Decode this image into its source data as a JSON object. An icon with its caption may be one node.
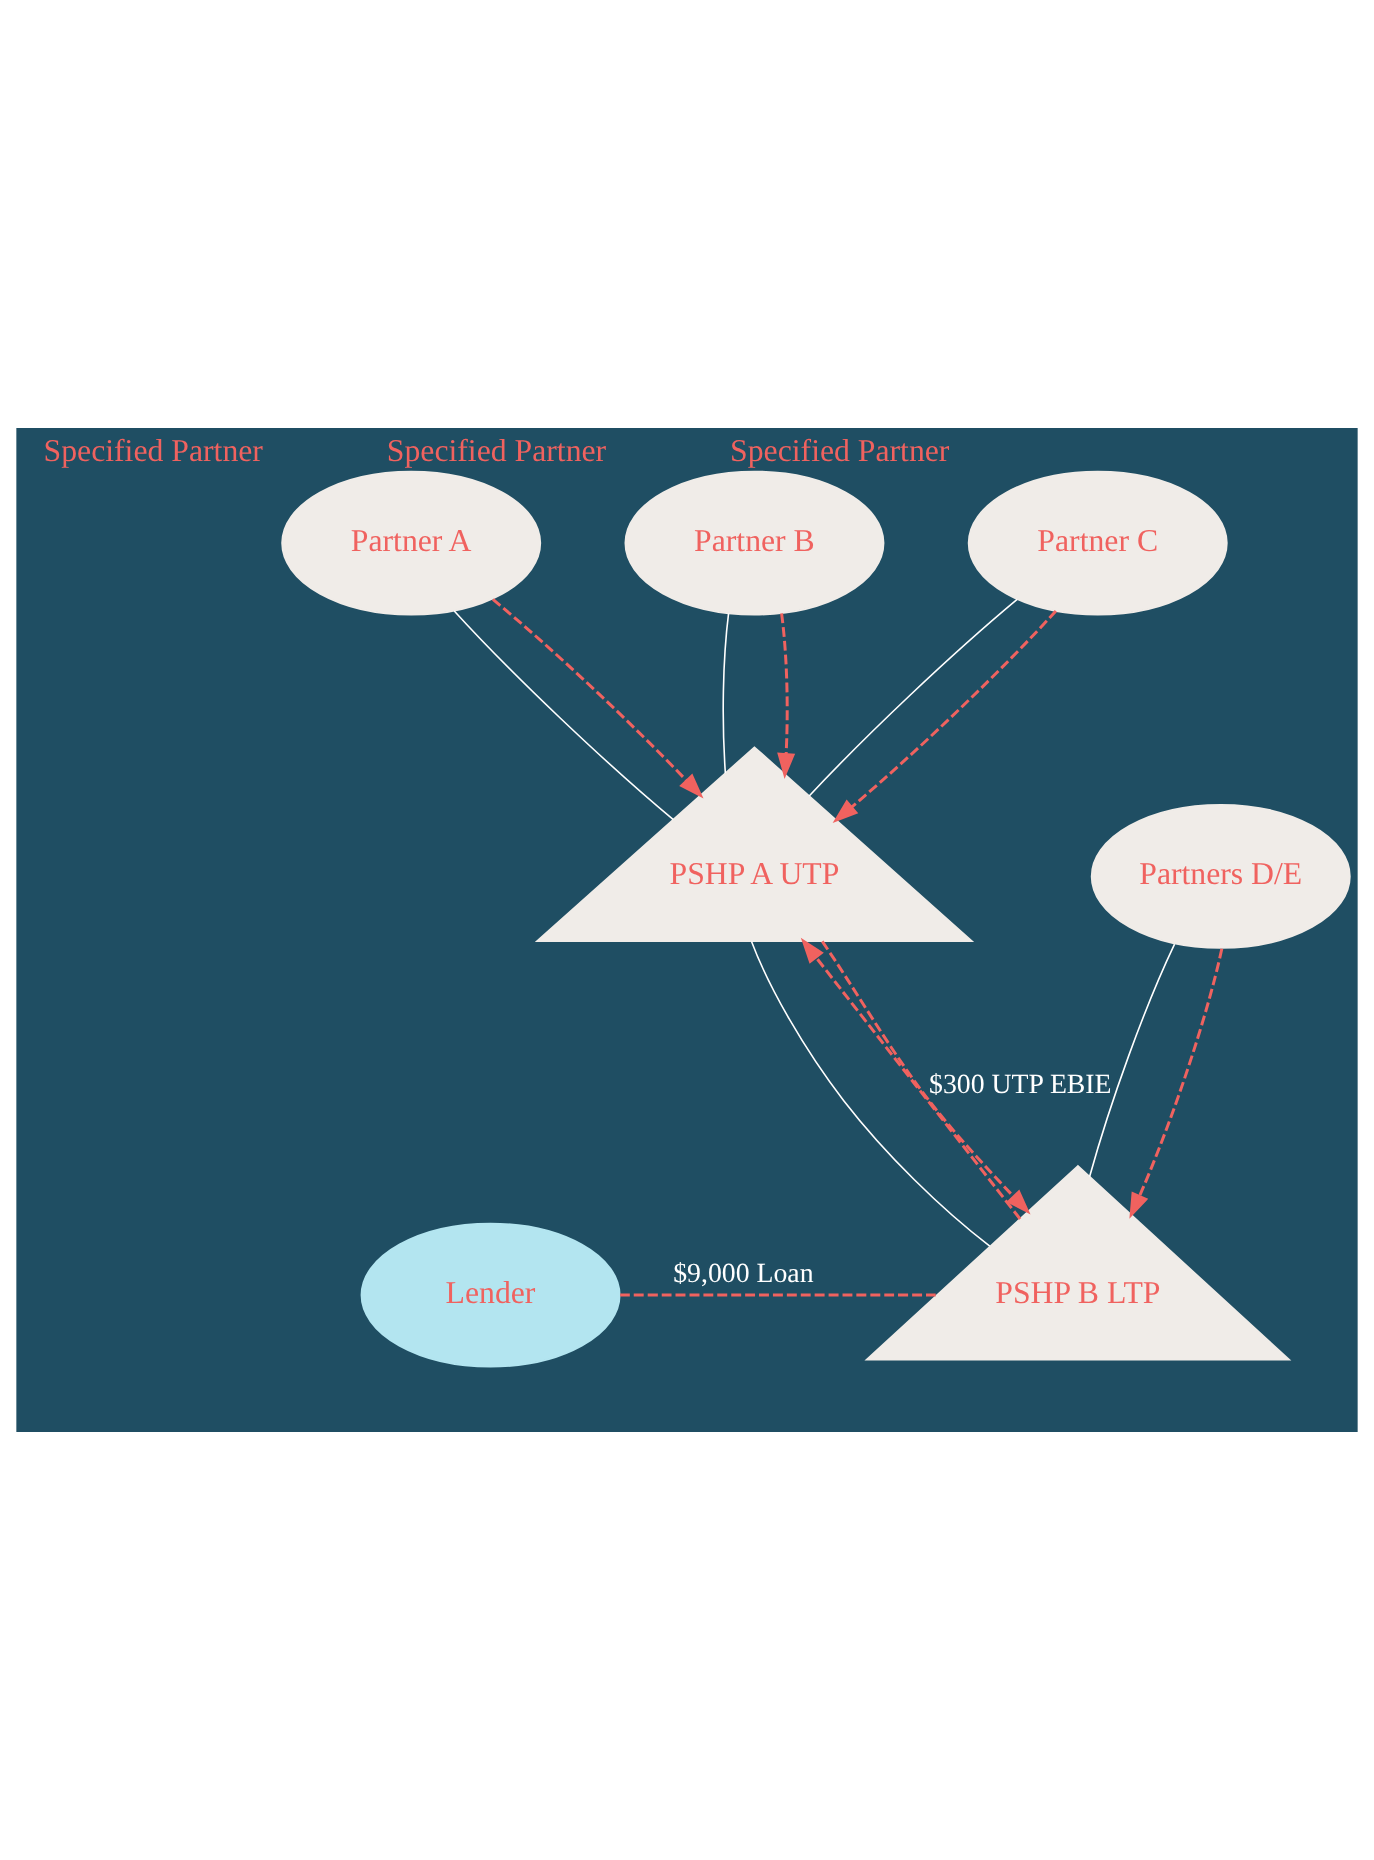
{
  "diagram": {
    "nodes": [
      {
        "text": [
          "Partner A"
        ],
        "beside": [
          "Specified Partner"
        ]
      },
      {
        "text": [
          "Partner B"
        ],
        "beside": [
          "Specified Partner"
        ]
      },
      {
        "text": [
          "Partner C"
        ],
        "beside": [
          "Specified Partner"
        ]
      },
      {
        "text": [
          "PSHP A UTP"
        ]
      },
      {
        "text": [
          "Partners D/E"
        ]
      },
      {
        "text": [
          "Lender"
        ]
      },
      {
        "text": [
          "PSHP B LTP"
        ]
      }
    ],
    "edges": [
      {
        "from": 0,
        "to": 3,
        "arrow": "none",
        "color": "#ffffff"
      },
      {
        "from": 1,
        "to": 3,
        "arrow": "none",
        "color": "#ffffff"
      },
      {
        "from": 2,
        "to": 3,
        "arrow": "none",
        "color": "#ffffff"
      },
      {
        "from": 0,
        "to": 3,
        "arrow": "to",
        "style": "dashed"
      },
      {
        "from": 1,
        "to": 3,
        "arrow": "to",
        "style": "dashed"
      },
      {
        "from": 2,
        "to": 3,
        "arrow": "to",
        "style": "dashed"
      },
      {
        "from": 6,
        "to": 3,
        "arrow": "to",
        "style": "dashed",
        "label": "$300 UTP EBIE"
      },
      {
        "from": 3,
        "to": 6,
        "arrow": "none",
        "color": "#ffffff"
      },
      {
        "from": 4,
        "to": 6,
        "arrow": "none",
        "color": "#ffffff"
      },
      {
        "from": 3,
        "to": 6,
        "arrow": "to",
        "style": "dashed"
      },
      {
        "from": 4,
        "to": 6,
        "arrow": "to",
        "style": "dashed"
      },
      {
        "from": 5,
        "to": 6,
        "arrow": "none",
        "style": "dashed",
        "label": "$9,000 Loan"
      }
    ]
  }
}
